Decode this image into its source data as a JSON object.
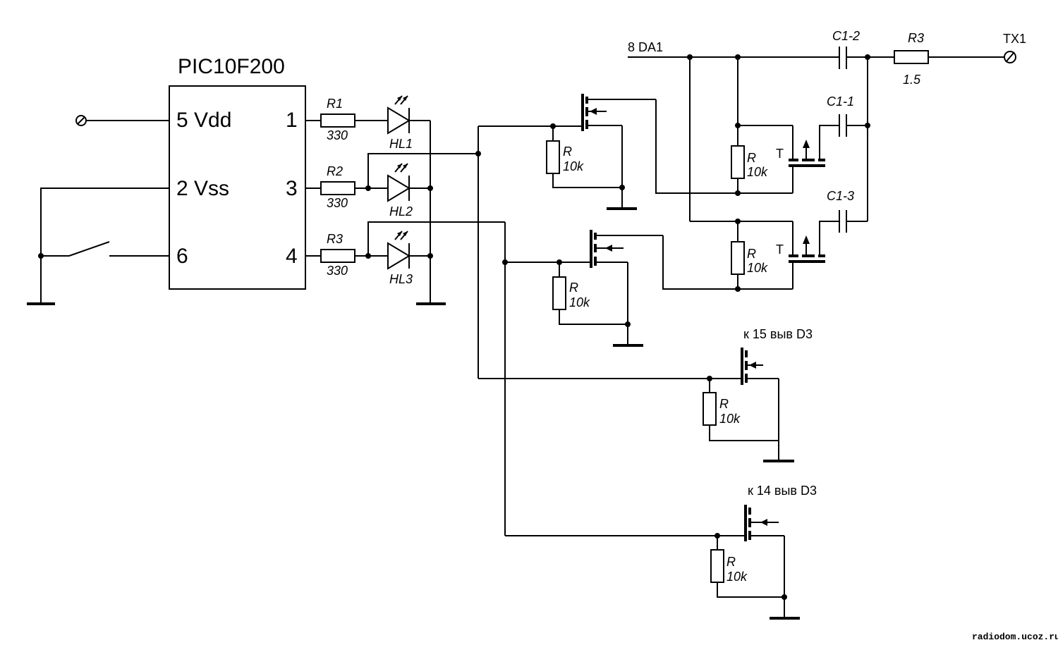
{
  "ic": {
    "name": "PIC10F200",
    "pins": {
      "vdd": "5 Vdd",
      "vss": "2 Vss",
      "p6": "6",
      "p1": "1",
      "p3": "3",
      "p4": "4"
    }
  },
  "resistors": {
    "r1": {
      "name": "R1",
      "value": "330"
    },
    "r2": {
      "name": "R2",
      "value": "330"
    },
    "r3": {
      "name": "R3",
      "value": "330"
    },
    "rg1": {
      "name": "R",
      "value": "10k"
    },
    "rg2": {
      "name": "R",
      "value": "10k"
    },
    "rg3": {
      "name": "R",
      "value": "10k"
    },
    "rg4": {
      "name": "R",
      "value": "10k"
    },
    "rt1": {
      "name": "R",
      "value": "10k"
    },
    "rt2": {
      "name": "R",
      "value": "10k"
    },
    "rout": {
      "name": "R3",
      "value": "1.5"
    }
  },
  "leds": {
    "hl1": "HL1",
    "hl2": "HL2",
    "hl3": "HL3"
  },
  "capacitors": {
    "c12": "C1-2",
    "c11": "C1-1",
    "c13": "C1-3"
  },
  "labels": {
    "da1": "8 DA1",
    "tx1": "TX1",
    "t1": "T",
    "t2": "T",
    "d3_15": "к 15 выв D3",
    "d3_14": "к 14 выв D3"
  },
  "watermark": "radiodom.ucoz.ru"
}
